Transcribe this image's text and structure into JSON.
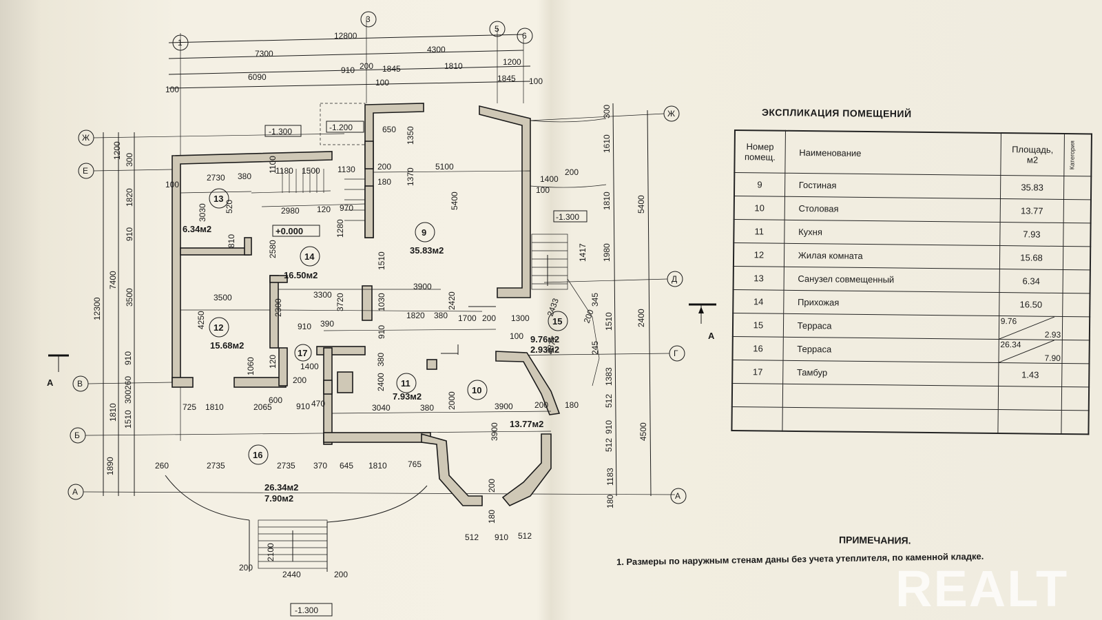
{
  "explication": {
    "title": "ЭКСПЛИКАЦИЯ ПОМЕЩЕНИЙ",
    "headers": {
      "number": "Номер помещ.",
      "name": "Наименование",
      "area": "Площадь, м2",
      "category": "Категория"
    },
    "rows": [
      {
        "num": "9",
        "name": "Гостиная",
        "area": "35.83"
      },
      {
        "num": "10",
        "name": "Столовая",
        "area": "13.77"
      },
      {
        "num": "11",
        "name": "Кухня",
        "area": "7.93"
      },
      {
        "num": "12",
        "name": "Жилая комната",
        "area": "15.68"
      },
      {
        "num": "13",
        "name": "Санузел совмещенный",
        "area": "6.34"
      },
      {
        "num": "14",
        "name": "Прихожая",
        "area": "16.50"
      },
      {
        "num": "15",
        "name": "Терраса",
        "area": "9.76",
        "area2": "2.93"
      },
      {
        "num": "16",
        "name": "Терраса",
        "area": "26.34",
        "area2": "7.90"
      },
      {
        "num": "17",
        "name": "Тамбур",
        "area": "1.43"
      }
    ]
  },
  "notes": {
    "title": "ПРИМЕЧАНИЯ.",
    "items": [
      "1. Размеры по наружным стенам даны без учета утеплителя, по каменной кладке."
    ]
  },
  "watermark": "REALT",
  "section_mark": "A",
  "plan": {
    "overall_width": "12800",
    "top_dims": [
      "7300",
      "4300",
      "6090",
      "910",
      "200",
      "1845",
      "1810",
      "1200",
      "100",
      "100",
      "1845",
      "100"
    ],
    "axes_top": [
      "1",
      "3",
      "5",
      "6"
    ],
    "axes_left": [
      "Ж",
      "Е",
      "В",
      "Б",
      "А"
    ],
    "axes_right": [
      "Ж",
      "Д",
      "Г",
      "А"
    ],
    "level_marks": [
      "-1.300",
      "-1.200",
      "+0.000",
      "-1.300",
      "-1.300"
    ],
    "rooms": [
      {
        "num": "9",
        "area": "35.83м2"
      },
      {
        "num": "10",
        "area": "13.77м2"
      },
      {
        "num": "11",
        "area": "7.93м2"
      },
      {
        "num": "12",
        "area": "15.68м2"
      },
      {
        "num": "13",
        "area": "6.34м2"
      },
      {
        "num": "14",
        "area": "16.50м2"
      },
      {
        "num": "15",
        "area": "9.76м2",
        "area2": "2.93м2"
      },
      {
        "num": "16",
        "area": "26.34м2",
        "area2": "7.90м2"
      },
      {
        "num": "17",
        "area": ""
      }
    ],
    "left_dims": [
      "12300",
      "7400",
      "1200",
      "300",
      "1820",
      "910",
      "3500",
      "910",
      "260",
      "300",
      "1810",
      "1510",
      "1890"
    ],
    "right_dims": [
      "300",
      "1610",
      "5400",
      "1810",
      "1980",
      "2400",
      "4500",
      "1383",
      "512",
      "910",
      "512",
      "1183",
      "180"
    ],
    "inner_dims": [
      "650",
      "1350",
      "5100",
      "1370",
      "5400",
      "2730",
      "380",
      "1100",
      "1180",
      "1500",
      "1130",
      "200",
      "180",
      "3030",
      "520",
      "2980",
      "120",
      "970",
      "810",
      "2580",
      "1280",
      "3500",
      "3300",
      "3720",
      "1510",
      "3900",
      "2420",
      "1820",
      "380",
      "1700",
      "200",
      "1300",
      "4250",
      "2300",
      "910",
      "390",
      "1030",
      "910",
      "1060",
      "120",
      "1400",
      "200",
      "380",
      "2400",
      "3040",
      "380",
      "2000",
      "3900",
      "200",
      "180",
      "3900",
      "725",
      "1810",
      "2065",
      "600",
      "910",
      "470",
      "260",
      "2735",
      "2735",
      "370",
      "645",
      "1810",
      "765",
      "200",
      "180",
      "512",
      "910",
      "512",
      "2100",
      "2440",
      "200",
      "200",
      "1417",
      "2433",
      "2877",
      "345",
      "245",
      "200",
      "1510",
      "100",
      "100",
      "1400",
      "200",
      "100"
    ]
  }
}
